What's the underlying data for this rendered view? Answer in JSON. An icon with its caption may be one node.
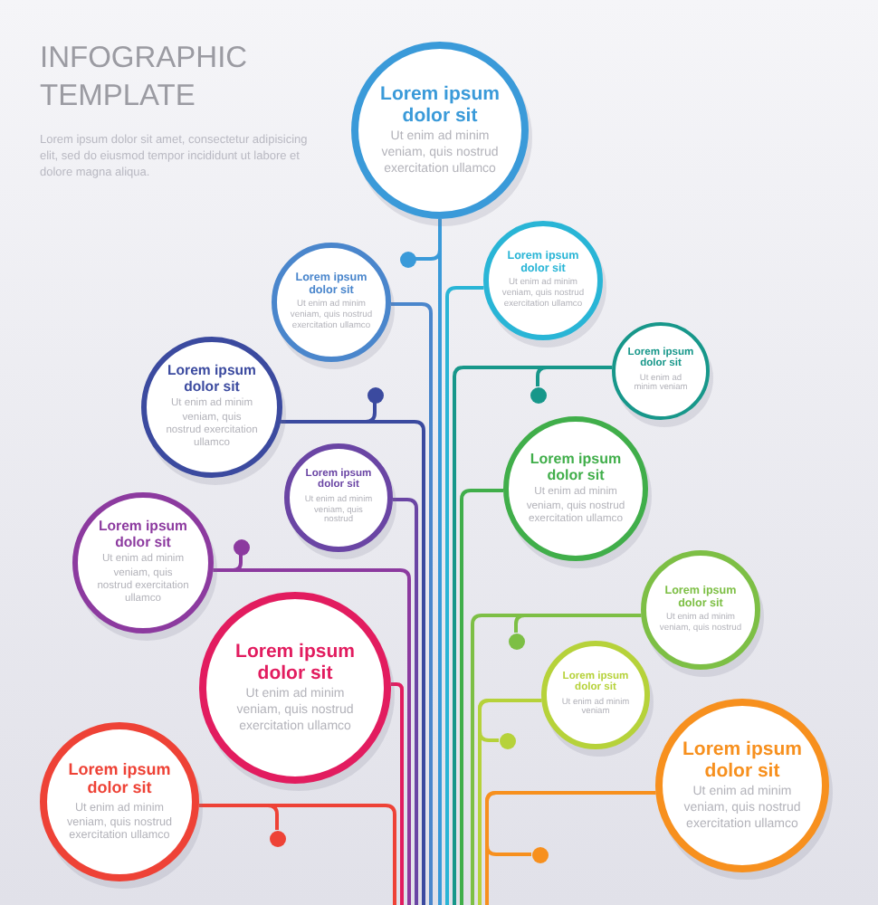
{
  "diagram": {
    "title": "INFOGRAPHIC TEMPLATE",
    "nodes": [
      {
        "text": [
          "Lorem ipsum dolor sit",
          "Ut enim ad minim veniam, quis nostrud exercitation ullamco"
        ]
      },
      {
        "text": [
          "Lorem ipsum dolor sit",
          "Ut enim ad minim veniam, quis nostrud exercitation ullamco"
        ]
      },
      {
        "text": [
          "Lorem ipsum dolor sit",
          "Ut enim ad minim veniam, quis nostrud exercitation ullamco"
        ]
      },
      {
        "text": [
          "Lorem ipsum dolor sit",
          "Ut enim ad minim veniam"
        ]
      },
      {
        "text": [
          "Lorem ipsum dolor sit",
          "Ut enim ad minim veniam, quis nostrud exercitation ullamco"
        ]
      },
      {
        "text": [
          "Lorem ipsum dolor sit",
          "Ut enim ad minim veniam, quis nostrud exercitation ullamco"
        ]
      },
      {
        "text": [
          "Lorem ipsum dolor sit",
          "Ut enim ad minim veniam, quis nostrud"
        ]
      },
      {
        "text": [
          "Lorem ipsum dolor sit",
          "Ut enim ad minim veniam, quis nostrud exercitation ullamco"
        ]
      },
      {
        "text": [
          "Lorem ipsum dolor sit",
          "Ut enim ad minim veniam, quis nostrud"
        ]
      },
      {
        "text": [
          "Lorem ipsum dolor sit",
          "Ut enim ad minim veniam, quis nostrud exercitation ullamco"
        ]
      },
      {
        "text": [
          "Lorem ipsum dolor sit",
          "Ut enim ad minim veniam"
        ]
      },
      {
        "text": [
          "Lorem ipsum dolor sit",
          "Ut enim ad minim veniam, quis nostrud exercitation ullamco"
        ]
      },
      {
        "text": [
          "Lorem ipsum dolor sit",
          "Ut enim ad minim veniam, quis nostrud exercitation ullamco"
        ]
      },
      {
        "text": [],
        "shape": "circle"
      },
      {
        "text": [],
        "shape": "circle"
      },
      {
        "text": [],
        "shape": "circle"
      },
      {
        "text": [],
        "shape": "circle"
      },
      {
        "text": [],
        "shape": "circle"
      },
      {
        "text": [],
        "shape": "circle"
      },
      {
        "text": [],
        "shape": "circle"
      },
      {
        "text": [],
        "shape": "circle"
      }
    ],
    "edges": [
      {
        "from": 0,
        "to": null,
        "arrow": "none",
        "color": "#3a9ad9"
      },
      {
        "from": 0,
        "to": 13,
        "arrow": "none",
        "color": "#3a9ad9"
      },
      {
        "from": 1,
        "to": null,
        "arrow": "none",
        "color": "#4a86cc"
      },
      {
        "from": 2,
        "to": null,
        "arrow": "none",
        "color": "#29b5d6"
      },
      {
        "from": 3,
        "to": null,
        "arrow": "none",
        "color": "#17978a"
      },
      {
        "from": 3,
        "to": 15,
        "arrow": "none",
        "color": "#17978a"
      },
      {
        "from": 4,
        "to": null,
        "arrow": "none",
        "color": "#3b4a9f"
      },
      {
        "from": 4,
        "to": 14,
        "arrow": "none",
        "color": "#3b4a9f"
      },
      {
        "from": 5,
        "to": null,
        "arrow": "none",
        "color": "#40ae4a"
      },
      {
        "from": 6,
        "to": null,
        "arrow": "none",
        "color": "#6a45a4"
      },
      {
        "from": 7,
        "to": null,
        "arrow": "none",
        "color": "#8c3a9f"
      },
      {
        "from": 7,
        "to": 16,
        "arrow": "none",
        "color": "#8c3a9f"
      },
      {
        "from": 8,
        "to": null,
        "arrow": "none",
        "color": "#7dbf45"
      },
      {
        "from": 8,
        "to": 17,
        "arrow": "none",
        "color": "#7dbf45"
      },
      {
        "from": 9,
        "to": null,
        "arrow": "none",
        "color": "#e21c5f"
      },
      {
        "from": 10,
        "to": null,
        "arrow": "none",
        "color": "#b6d23a"
      },
      {
        "from": 10,
        "to": 18,
        "arrow": "none",
        "color": "#b6d23a"
      },
      {
        "from": 11,
        "to": null,
        "arrow": "none",
        "color": "#f7901e"
      },
      {
        "from": 11,
        "to": 20,
        "arrow": "none",
        "color": "#f7901e"
      },
      {
        "from": 12,
        "to": null,
        "arrow": "none",
        "color": "#ee4236"
      },
      {
        "from": 12,
        "to": 19,
        "arrow": "none",
        "color": "#ee4236"
      }
    ],
    "labels": [
      "Lorem ipsum dolor sit amet, consectetur adipisicing elit, sed do eiusmod tempor incididunt ut labore et dolore magna aliqua."
    ]
  }
}
